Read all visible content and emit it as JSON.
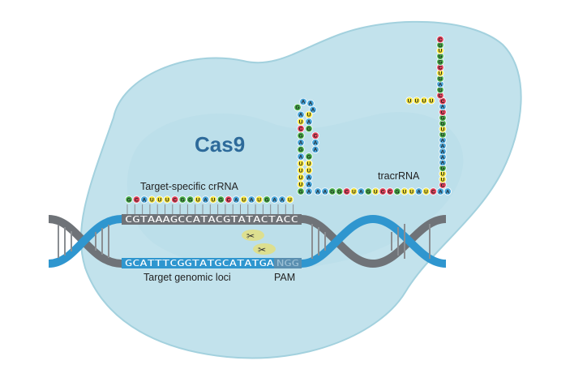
{
  "labels": {
    "protein": "Cas9",
    "crrna": "Target-specific crRNA",
    "tracrrna": "tracrRNA",
    "genomic": "Target genomic loci",
    "pam": "PAM"
  },
  "sequences": {
    "top_dna": "CGTAAAGCCATACGTATACTACC",
    "bottom_dna": "GCATTTCGGTATGCATATGA",
    "pam": "NGG",
    "crrna": "GCAUUUCGGUAUGCAUAUGAAU",
    "stem_up": "GUUUUAGAGCUA",
    "loop": "GAAA",
    "stem_down": "UAGCAAGUUAAA",
    "tracr_bottom": "AAGGCUAGUCCGUUAUCAA",
    "right_column": "CUUGAAAAAGUGGCACCGAGUCGGUGC",
    "tail": "UUUU"
  },
  "colors": {
    "A": "#4aa7dc",
    "U": "#f2e33a",
    "G": "#46b049",
    "C": "#e0405a",
    "blob": "#bfe0ea",
    "blob_stroke": "#9fcfdc",
    "helix_blue": "#2f96cf",
    "helix_gray": "#6f7378"
  }
}
